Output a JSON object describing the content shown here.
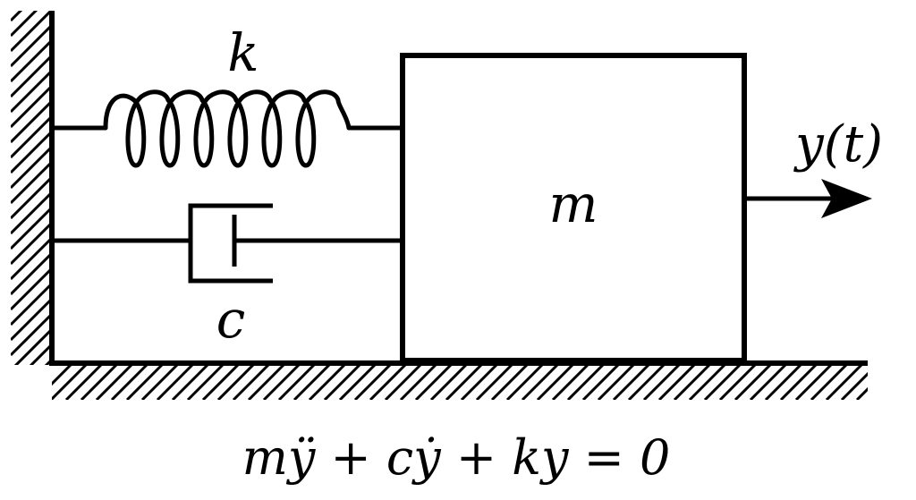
{
  "labels": {
    "spring": "k",
    "damper": "c",
    "mass": "m",
    "displacement": "y(t)"
  },
  "equation": "mÿ + cẏ + ky = 0",
  "colors": {
    "ink": "#000000",
    "background": "#ffffff"
  }
}
